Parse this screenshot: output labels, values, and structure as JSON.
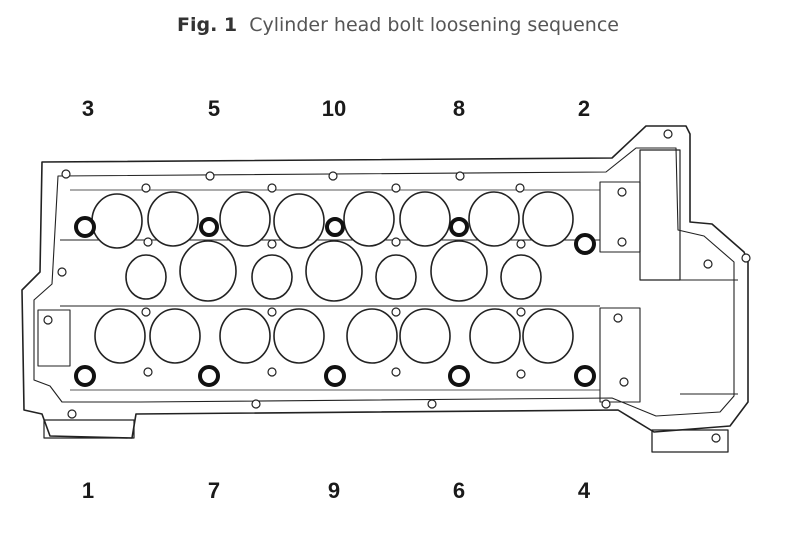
{
  "caption": {
    "fig_label": "Fig. 1",
    "title": "Cylinder head bolt loosening sequence"
  },
  "sequence": {
    "top": [
      "3",
      "5",
      "10",
      "8",
      "2"
    ],
    "bottom": [
      "1",
      "7",
      "9",
      "6",
      "4"
    ]
  }
}
